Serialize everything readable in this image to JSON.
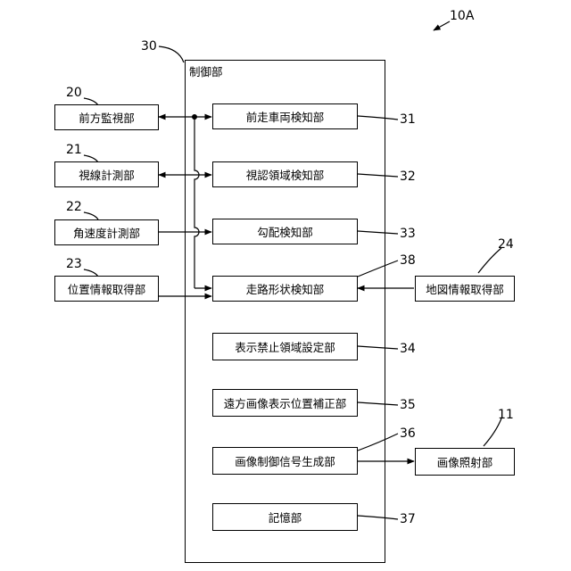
{
  "figure_ref": "10A",
  "controller": {
    "ref": "30",
    "title": "制御部"
  },
  "left_blocks": [
    {
      "ref": "20",
      "label": "前方監視部"
    },
    {
      "ref": "21",
      "label": "視線計測部"
    },
    {
      "ref": "22",
      "label": "角速度計測部"
    },
    {
      "ref": "23",
      "label": "位置情報取得部"
    }
  ],
  "inner_blocks": [
    {
      "ref": "31",
      "label": "前走車両検知部"
    },
    {
      "ref": "32",
      "label": "視認領域検知部"
    },
    {
      "ref": "33",
      "label": "勾配検知部"
    },
    {
      "ref": "38",
      "label": "走路形状検知部"
    },
    {
      "ref": "34",
      "label": "表示禁止領域設定部"
    },
    {
      "ref": "35",
      "label": "遠方画像表示位置補正部"
    },
    {
      "ref": "36",
      "label": "画像制御信号生成部"
    },
    {
      "ref": "37",
      "label": "記憶部"
    }
  ],
  "right_blocks": [
    {
      "ref": "24",
      "label": "地図情報取得部"
    },
    {
      "ref": "11",
      "label": "画像照射部"
    }
  ]
}
